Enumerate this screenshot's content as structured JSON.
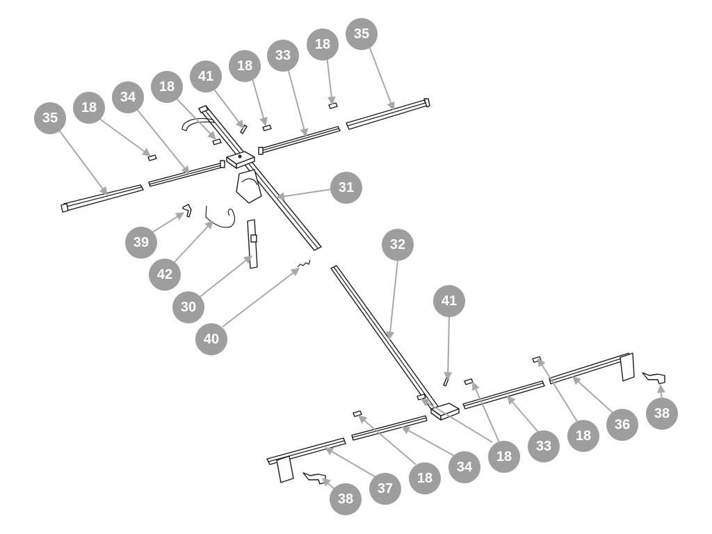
{
  "colors": {
    "callout": "#9e9e9e",
    "callout_text": "#ffffff",
    "leader": "#a8a8a8",
    "linework": "#1a1a1a"
  },
  "callouts": [
    "35",
    "18",
    "34",
    "18",
    "41",
    "18",
    "33",
    "18",
    "35",
    "31",
    "39",
    "42",
    "30",
    "40",
    "32",
    "41",
    "33",
    "18",
    "36",
    "38",
    "18",
    "34",
    "18",
    "37",
    "38"
  ]
}
